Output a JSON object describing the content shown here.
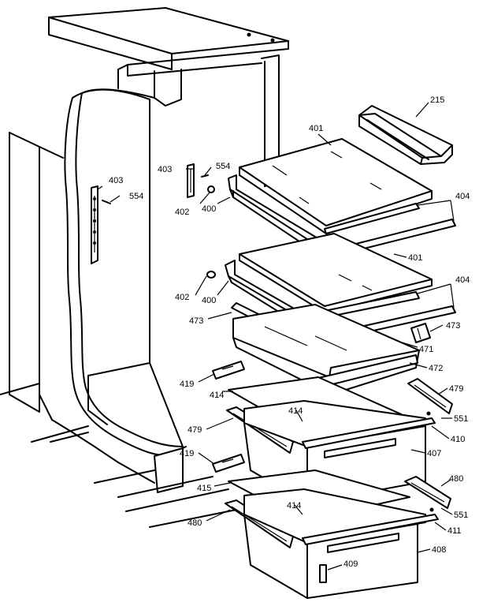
{
  "callouts": [
    {
      "id": "c-215",
      "text": "215"
    },
    {
      "id": "c-401a",
      "text": "401"
    },
    {
      "id": "c-403a",
      "text": "403"
    },
    {
      "id": "c-554a",
      "text": "554"
    },
    {
      "id": "c-403b",
      "text": "403"
    },
    {
      "id": "c-554b",
      "text": "554"
    },
    {
      "id": "c-402a",
      "text": "402"
    },
    {
      "id": "c-400a",
      "text": "400"
    },
    {
      "id": "c-404a",
      "text": "404"
    },
    {
      "id": "c-401b",
      "text": "401"
    },
    {
      "id": "c-404b",
      "text": "404"
    },
    {
      "id": "c-402b",
      "text": "402"
    },
    {
      "id": "c-400b",
      "text": "400"
    },
    {
      "id": "c-473a",
      "text": "473"
    },
    {
      "id": "c-473b",
      "text": "473"
    },
    {
      "id": "c-471",
      "text": "471"
    },
    {
      "id": "c-472",
      "text": "472"
    },
    {
      "id": "c-419a",
      "text": "419"
    },
    {
      "id": "c-479a",
      "text": "479"
    },
    {
      "id": "c-414a",
      "text": "414"
    },
    {
      "id": "c-414b",
      "text": "414"
    },
    {
      "id": "c-551a",
      "text": "551"
    },
    {
      "id": "c-479b",
      "text": "479"
    },
    {
      "id": "c-410",
      "text": "410"
    },
    {
      "id": "c-407",
      "text": "407"
    },
    {
      "id": "c-419b",
      "text": "419"
    },
    {
      "id": "c-480a",
      "text": "480"
    },
    {
      "id": "c-415",
      "text": "415"
    },
    {
      "id": "c-414c",
      "text": "414"
    },
    {
      "id": "c-551b",
      "text": "551"
    },
    {
      "id": "c-480b",
      "text": "480"
    },
    {
      "id": "c-411",
      "text": "411"
    },
    {
      "id": "c-408",
      "text": "408"
    },
    {
      "id": "c-409",
      "text": "409"
    }
  ]
}
